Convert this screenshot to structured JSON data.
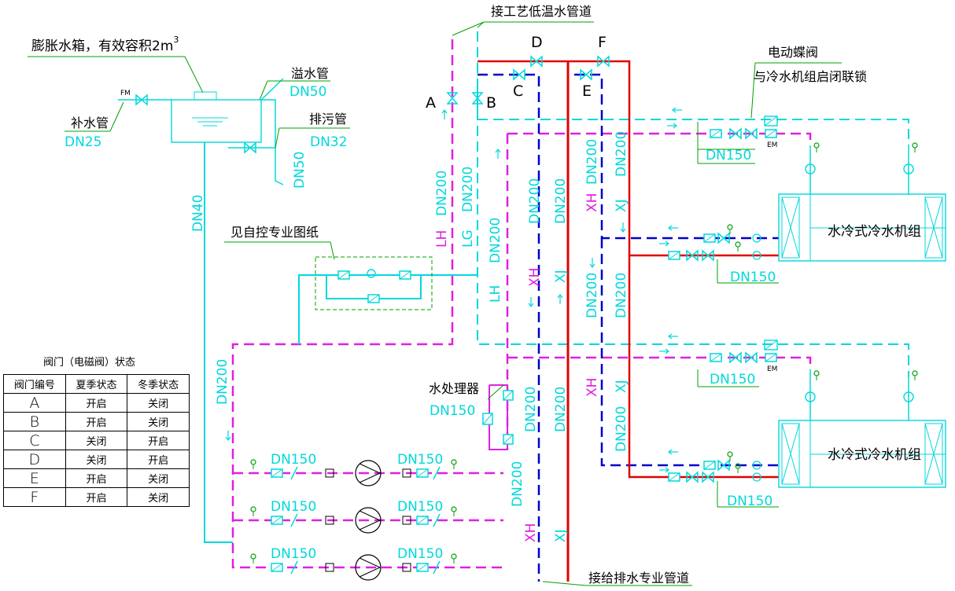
{
  "labels": {
    "expansion_tank": "膨胀水箱，有效容积2m",
    "expansion_tank_sup": "3",
    "overflow": "溢水管",
    "overflow_dn": "DN50",
    "makeup": "补水管",
    "makeup_dn": "DN25",
    "drain": "排污管",
    "drain_dn": "DN32",
    "drain_dn_v": "DN50",
    "fm": "FM",
    "dn40": "DN40",
    "auto_ctrl": "见自控专业图纸",
    "process_pipe": "接工艺低温水管道",
    "drain_pipe": "接给排水专业管道",
    "butterfly_1": "电动蝶阀",
    "butterfly_2": "与冷水机组启闭联锁",
    "water_treat": "水处理器",
    "water_treat_dn": "DN150",
    "chiller": "水冷式冷水机组",
    "em": "EM",
    "dn150": "DN150",
    "dn200": "DN200",
    "lh": "LH",
    "lg": "LG",
    "xh": "XH",
    "xj": "XJ",
    "valve_a": "A",
    "valve_b": "B",
    "valve_c": "C",
    "valve_d": "D",
    "valve_e": "E",
    "valve_f": "F"
  },
  "legend": {
    "title": "阀门（电磁阀）状态",
    "headers": [
      "阀门编号",
      "夏季状态",
      "冬季状态"
    ],
    "rows": [
      {
        "code": "A",
        "summer": "开启",
        "winter": "关闭"
      },
      {
        "code": "B",
        "summer": "开启",
        "winter": "关闭"
      },
      {
        "code": "C",
        "summer": "关闭",
        "winter": "开启"
      },
      {
        "code": "D",
        "summer": "关闭",
        "winter": "开启"
      },
      {
        "code": "E",
        "summer": "开启",
        "winter": "关闭"
      },
      {
        "code": "F",
        "summer": "开启",
        "winter": "关闭"
      }
    ]
  },
  "colors": {
    "supply": "#00d8dc",
    "return": "#e020e0",
    "heating": "#0000cc",
    "red": "#e00000",
    "leader": "#00a000",
    "text": "#00d8dc",
    "black": "#000000"
  }
}
